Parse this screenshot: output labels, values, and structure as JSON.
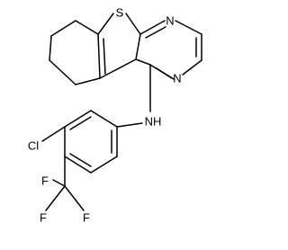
{
  "structure": {
    "atoms": {
      "sulfur": "S",
      "pyrimidine_n_top": "N",
      "pyrimidine_n_right": "N",
      "amine": "NH",
      "chlorine": "Cl",
      "fluorine_1": "F",
      "fluorine_2": "F",
      "fluorine_3": "F"
    }
  }
}
